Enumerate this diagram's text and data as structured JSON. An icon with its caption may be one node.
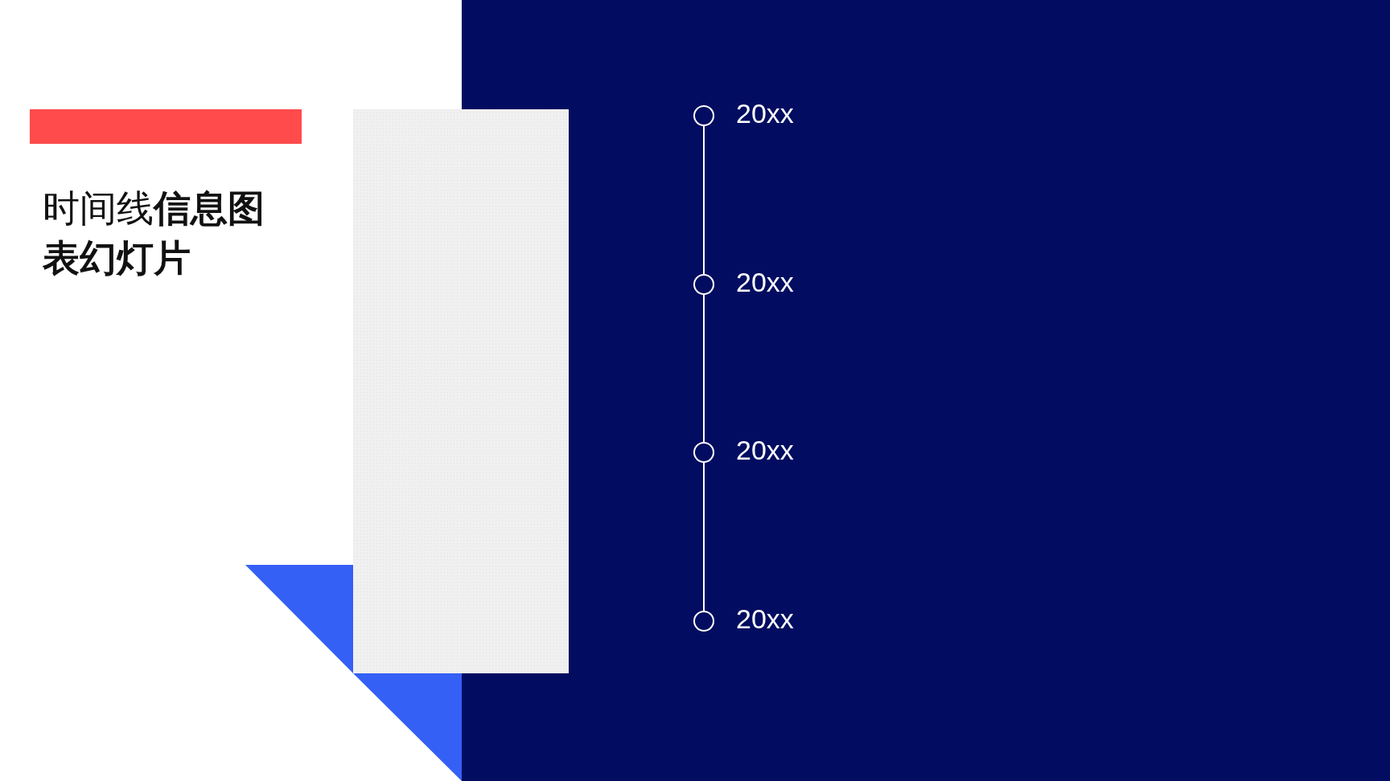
{
  "diagram": {
    "title": "时间线**信息图表幻灯片**",
    "nodes": [
      {
        "text": [],
        "shape": "circle",
        "beside": [
          "20xx"
        ]
      },
      {
        "text": [],
        "shape": "circle",
        "beside": [
          "20xx"
        ]
      },
      {
        "text": [],
        "shape": "circle",
        "beside": [
          "20xx"
        ]
      },
      {
        "text": [],
        "shape": "circle",
        "beside": [
          "20xx"
        ]
      }
    ],
    "edges": [
      {
        "from": 0,
        "to": 1,
        "arrow": "none"
      },
      {
        "from": 1,
        "to": 2,
        "arrow": "none"
      },
      {
        "from": 2,
        "to": 3,
        "arrow": "none"
      }
    ]
  }
}
